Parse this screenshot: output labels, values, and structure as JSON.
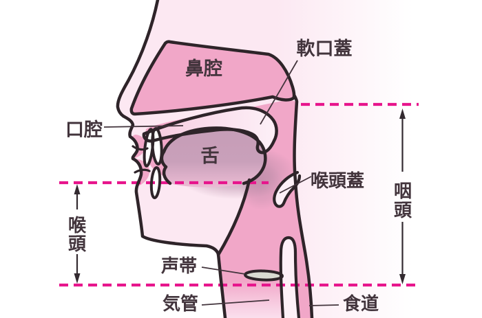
{
  "figure": {
    "type": "anatomical-diagram",
    "subject": "head and throat sagittal cross-section",
    "labels": {
      "nasal_cavity": "鼻腔",
      "soft_palate": "軟口蓋",
      "oral_cavity": "口腔",
      "tongue": "舌",
      "epiglottis": "喉頭蓋",
      "pharynx": {
        "text": "咽頭",
        "char1": "咽",
        "char2": "頭"
      },
      "larynx": {
        "text": "喉頭",
        "char1": "喉",
        "char2": "頭"
      },
      "vocal_cords": "声帯",
      "trachea": "気管",
      "esophagus": "食道"
    },
    "annotations": {
      "pharynx_extent": "vertical double arrow on right between upper and lower dashed boundary lines",
      "larynx_extent": "vertical double arrow on left between middle and lower dashed boundary lines",
      "boundary_lines": 3
    },
    "colors": {
      "outline": "#2e2429",
      "cavity_pink": "#f1a7c8",
      "face_pink": "#fce8f2",
      "tongue_mauve": "#c69db7",
      "tongue_fade": "#edbdd5",
      "highlight_light": "#fdf0f7",
      "mouth_band": "#f6c8de",
      "dash_magenta": "#e7158c",
      "vocal_fold_gray": "#d9dbd2",
      "label_text": "#42343c",
      "tooth_white": "#ffffff"
    }
  }
}
